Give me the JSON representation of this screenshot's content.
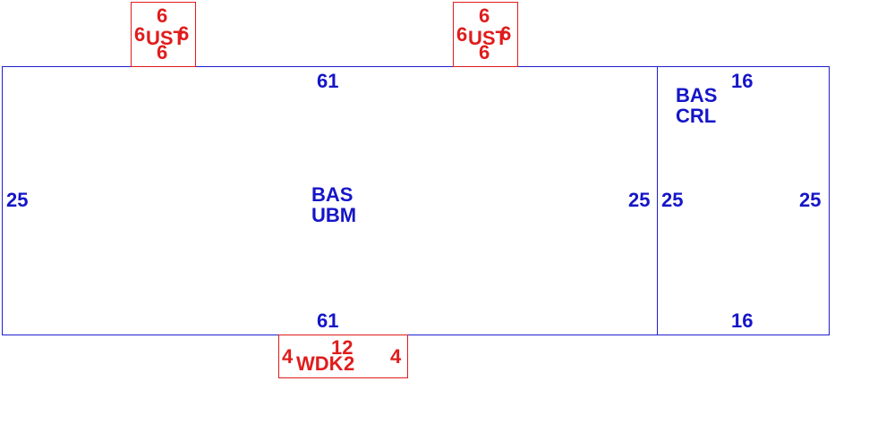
{
  "main_area": {
    "label_line1": "BAS",
    "label_line2": "UBM",
    "top_dim": "61",
    "bottom_dim": "61",
    "left_dim": "25",
    "right_dim": "25"
  },
  "side_area": {
    "label_line1": "BAS",
    "label_line2": "CRL",
    "top_dim": "16",
    "bottom_dim": "16",
    "left_dim": "25",
    "right_dim": "25"
  },
  "stoops": [
    {
      "label": "UST",
      "top_dim": "6",
      "bottom_dim": "6",
      "left_dim": "6",
      "right_dim": "6"
    },
    {
      "label": "UST",
      "top_dim": "6",
      "bottom_dim": "6",
      "left_dim": "6",
      "right_dim": "6"
    }
  ],
  "deck": {
    "label": "WDK",
    "top_dim": "12",
    "right_label_digit": "2",
    "left_dim": "4",
    "right_dim": "4"
  },
  "colors": {
    "main": "#1515c8",
    "addon": "#e01c1c"
  }
}
